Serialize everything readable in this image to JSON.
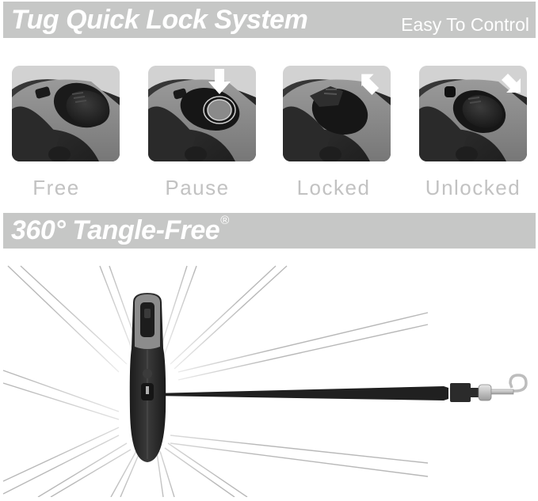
{
  "banner_top": {
    "title": "Tug Quick Lock System",
    "subtitle": "Easy To Control",
    "background": "#c6c7c6"
  },
  "modes": [
    {
      "label": "Free",
      "arrow": "none"
    },
    {
      "label": "Pause",
      "arrow": "arrow-down"
    },
    {
      "label": "Locked",
      "arrow": "arrow-up-left"
    },
    {
      "label": "Unlocked",
      "arrow": "arrow-down-right"
    }
  ],
  "banner_bottom": {
    "title": "360° Tangle-Free",
    "mark": "®",
    "background": "#c6c7c6"
  },
  "illustration": {
    "subject": "retractable leash handle with extended tape and snap hook",
    "ray_color": "#bdbdbd",
    "handle_color": "#2a2a2a",
    "grip_color": "#8a8a8a",
    "hook_color": "#cfcfcf"
  }
}
